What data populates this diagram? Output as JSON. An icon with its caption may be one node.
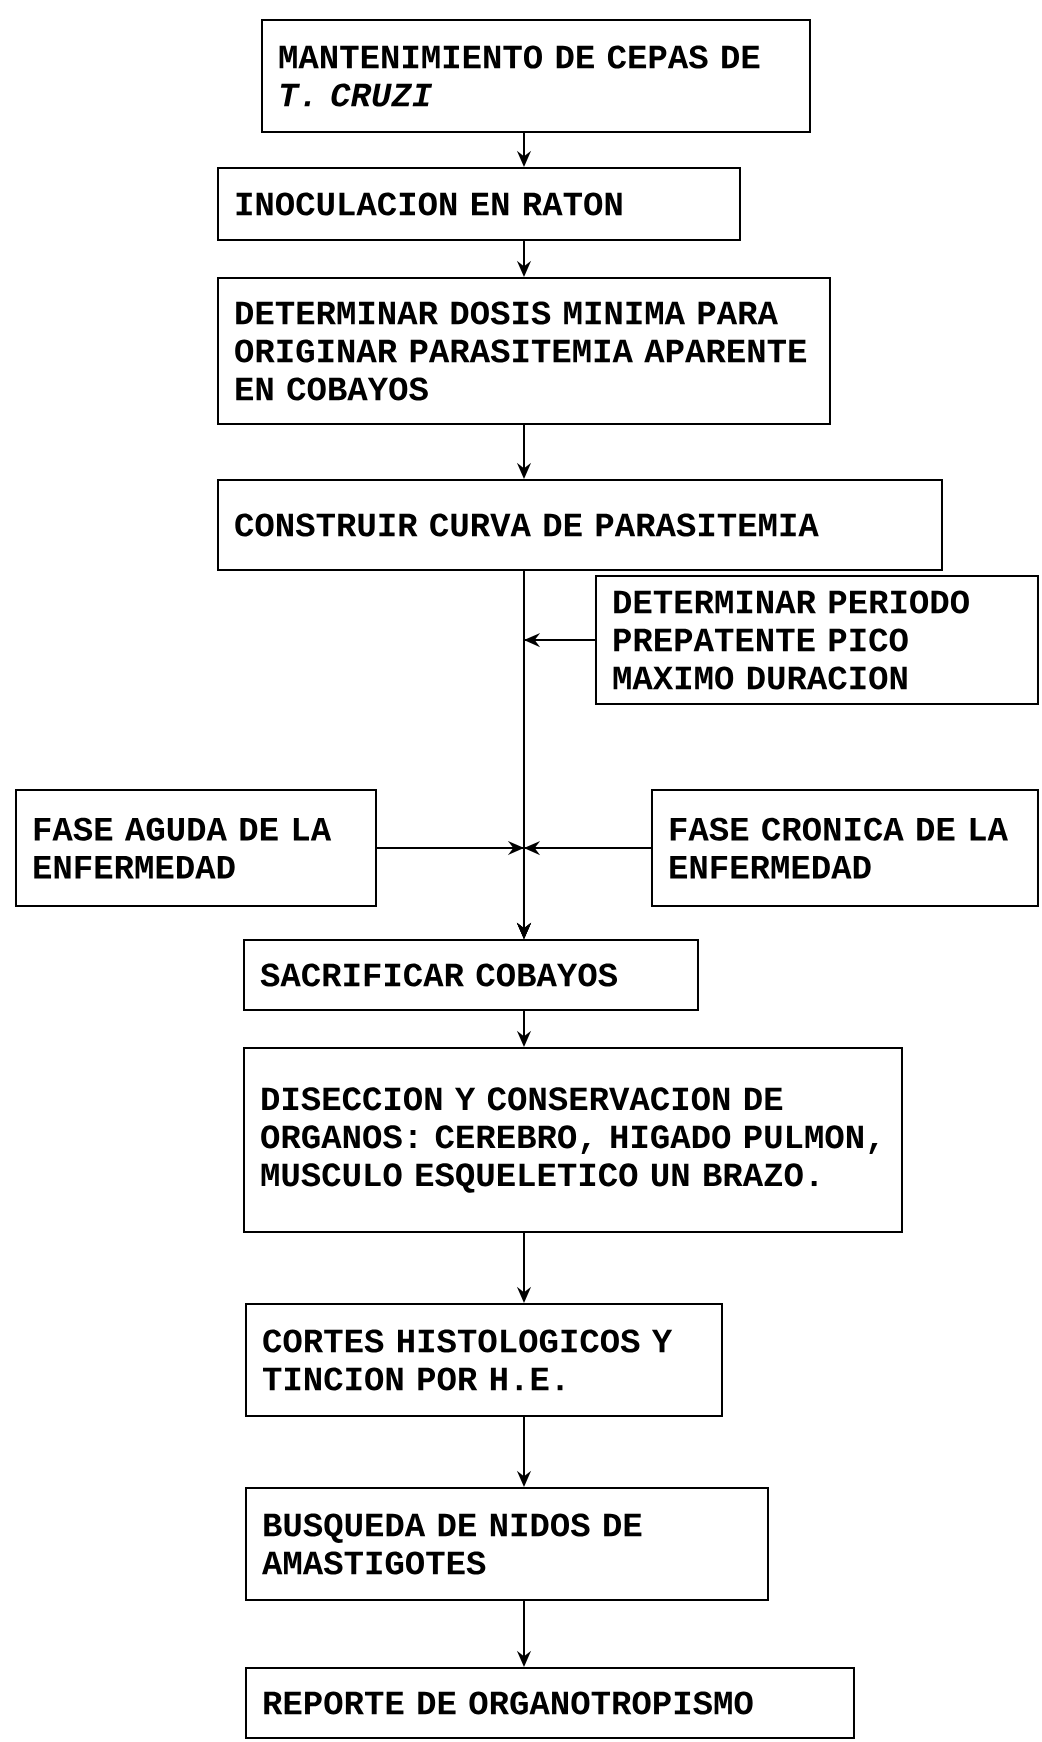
{
  "diagram": {
    "nodes": [
      {
        "text": [
          "MANTENIMIENTO DE CEPAS DE *T. CRUZI*"
        ]
      },
      {
        "text": [
          "INOCULACION EN RATON"
        ]
      },
      {
        "text": [
          "DETERMINAR DOSIS MINIMA PARA ORIGINAR PARASITEMIA APARENTE EN COBAYOS"
        ]
      },
      {
        "text": [
          "CONSTRUIR CURVA DE PARASITEMIA"
        ]
      },
      {
        "text": [
          "DETERMINAR PERIODO PREPATENTE PICO MAXIMO DURACION"
        ]
      },
      {
        "text": [
          "FASE AGUDA DE LA ENFERMEDAD"
        ]
      },
      {
        "text": [
          "FASE CRONICA DE LA ENFERMEDAD"
        ]
      },
      {
        "text": [
          "SACRIFICAR COBAYOS"
        ]
      },
      {
        "text": [
          "DISECCION Y CONSERVACION DE ORGANOS: CEREBRO, HIGADO PULMON, MUSCULO ESQUELETICO UN BRAZO."
        ]
      },
      {
        "text": [
          "CORTES HISTOLOGICOS Y TINCION POR H.E."
        ]
      },
      {
        "text": [
          "BUSQUEDA DE NIDOS DE AMASTIGOTES"
        ]
      },
      {
        "text": [
          "REPORTE DE ORGANOTROPISMO"
        ]
      }
    ],
    "edges": [
      {
        "from": 0,
        "to": 1,
        "arrow": "to"
      },
      {
        "from": 1,
        "to": 2,
        "arrow": "to"
      },
      {
        "from": 2,
        "to": 3,
        "arrow": "to"
      },
      {
        "from": 3,
        "to": 7,
        "arrow": "to"
      },
      {
        "from": 4,
        "to": 7,
        "arrow": "to"
      },
      {
        "from": 5,
        "to": 7,
        "arrow": "to"
      },
      {
        "from": 6,
        "to": 7,
        "arrow": "to"
      },
      {
        "from": 7,
        "to": 8,
        "arrow": "to"
      },
      {
        "from": 8,
        "to": 9,
        "arrow": "to"
      },
      {
        "from": 9,
        "to": 10,
        "arrow": "to"
      },
      {
        "from": 10,
        "to": 11,
        "arrow": "to"
      }
    ]
  }
}
